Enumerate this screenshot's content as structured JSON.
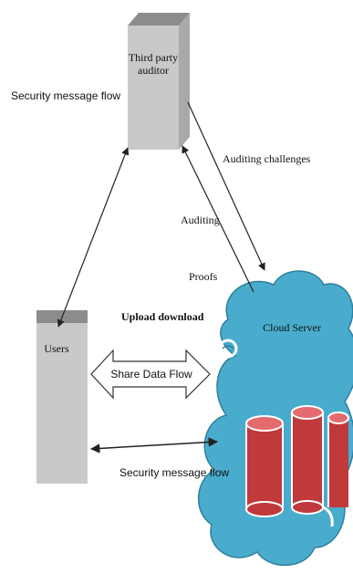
{
  "diagram": {
    "nodes": {
      "auditor": {
        "line1": "Third party",
        "line2": "auditor"
      },
      "users": {
        "label": "Users"
      },
      "cloud": {
        "label": "Cloud Server"
      }
    },
    "labels": {
      "security_flow_top": "Security message flow",
      "auditing_challenges": "Auditing challenges",
      "auditing": "Auditing",
      "proofs": "Proofs",
      "upload_download": "Upload download",
      "share_data_flow": "Share Data Flow",
      "security_flow_bottom": "Security message flow"
    },
    "colors": {
      "box_front": "#c9c9c9",
      "box_top": "#8c8c8c",
      "box_side": "#a9a9a9",
      "cloud_fill": "#4aaccc",
      "cloud_stroke": "#2f7f9c",
      "cylinder_fill": "#c0393b",
      "cylinder_top": "#e36b6d",
      "line": "#222222"
    }
  }
}
